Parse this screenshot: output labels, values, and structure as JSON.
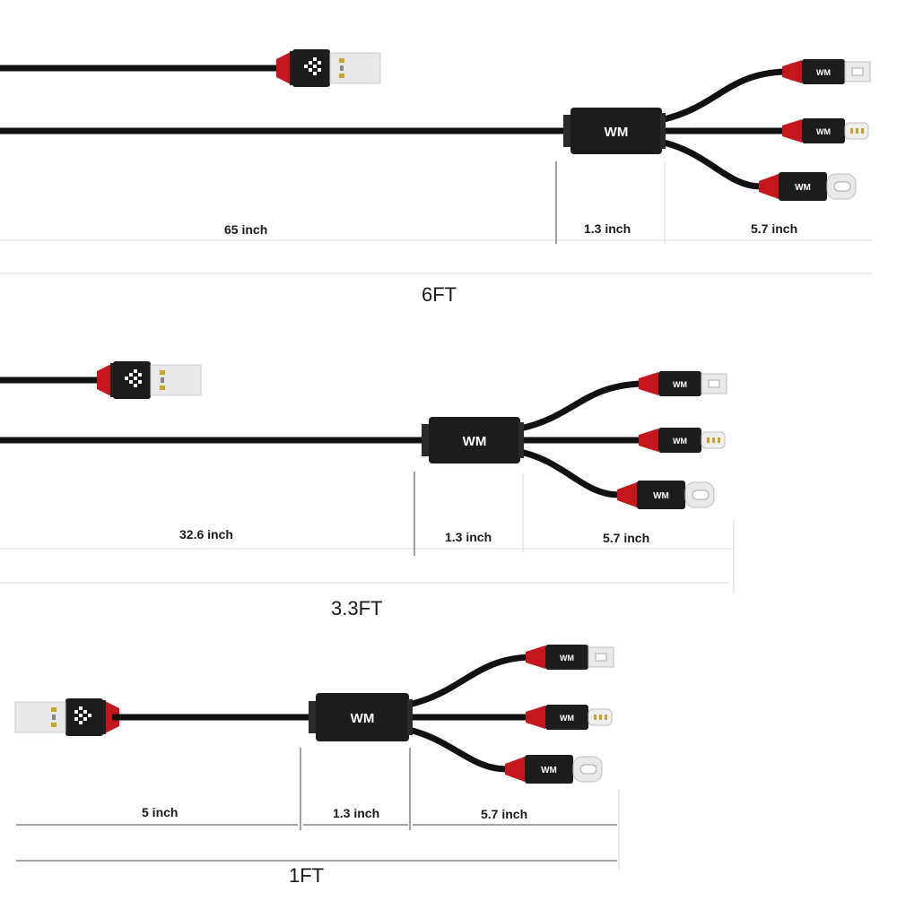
{
  "brand_text": "WM",
  "colors": {
    "cable": "#111111",
    "housing": "#1c1c1c",
    "strain_relief": "#c4161c",
    "metal": "#e9e9e9",
    "contacts": "#c9a22a",
    "guide_lines": "#d8d8d8",
    "text": "#1a1a1a"
  },
  "cables": [
    {
      "name": "6ft",
      "length_label": "6FT",
      "segments": [
        {
          "name": "cable",
          "label": "65 inch"
        },
        {
          "name": "splitter",
          "label": "1.3 inch"
        },
        {
          "name": "branch",
          "label": "5.7 inch"
        }
      ]
    },
    {
      "name": "3-3ft",
      "length_label": "3.3FT",
      "segments": [
        {
          "name": "cable",
          "label": "32.6 inch"
        },
        {
          "name": "splitter",
          "label": "1.3 inch"
        },
        {
          "name": "branch",
          "label": "5.7 inch"
        }
      ]
    },
    {
      "name": "1ft",
      "length_label": "1FT",
      "segments": [
        {
          "name": "cable",
          "label": "5 inch"
        },
        {
          "name": "splitter",
          "label": "1.3 inch"
        },
        {
          "name": "branch",
          "label": "5.7 inch"
        }
      ]
    }
  ]
}
